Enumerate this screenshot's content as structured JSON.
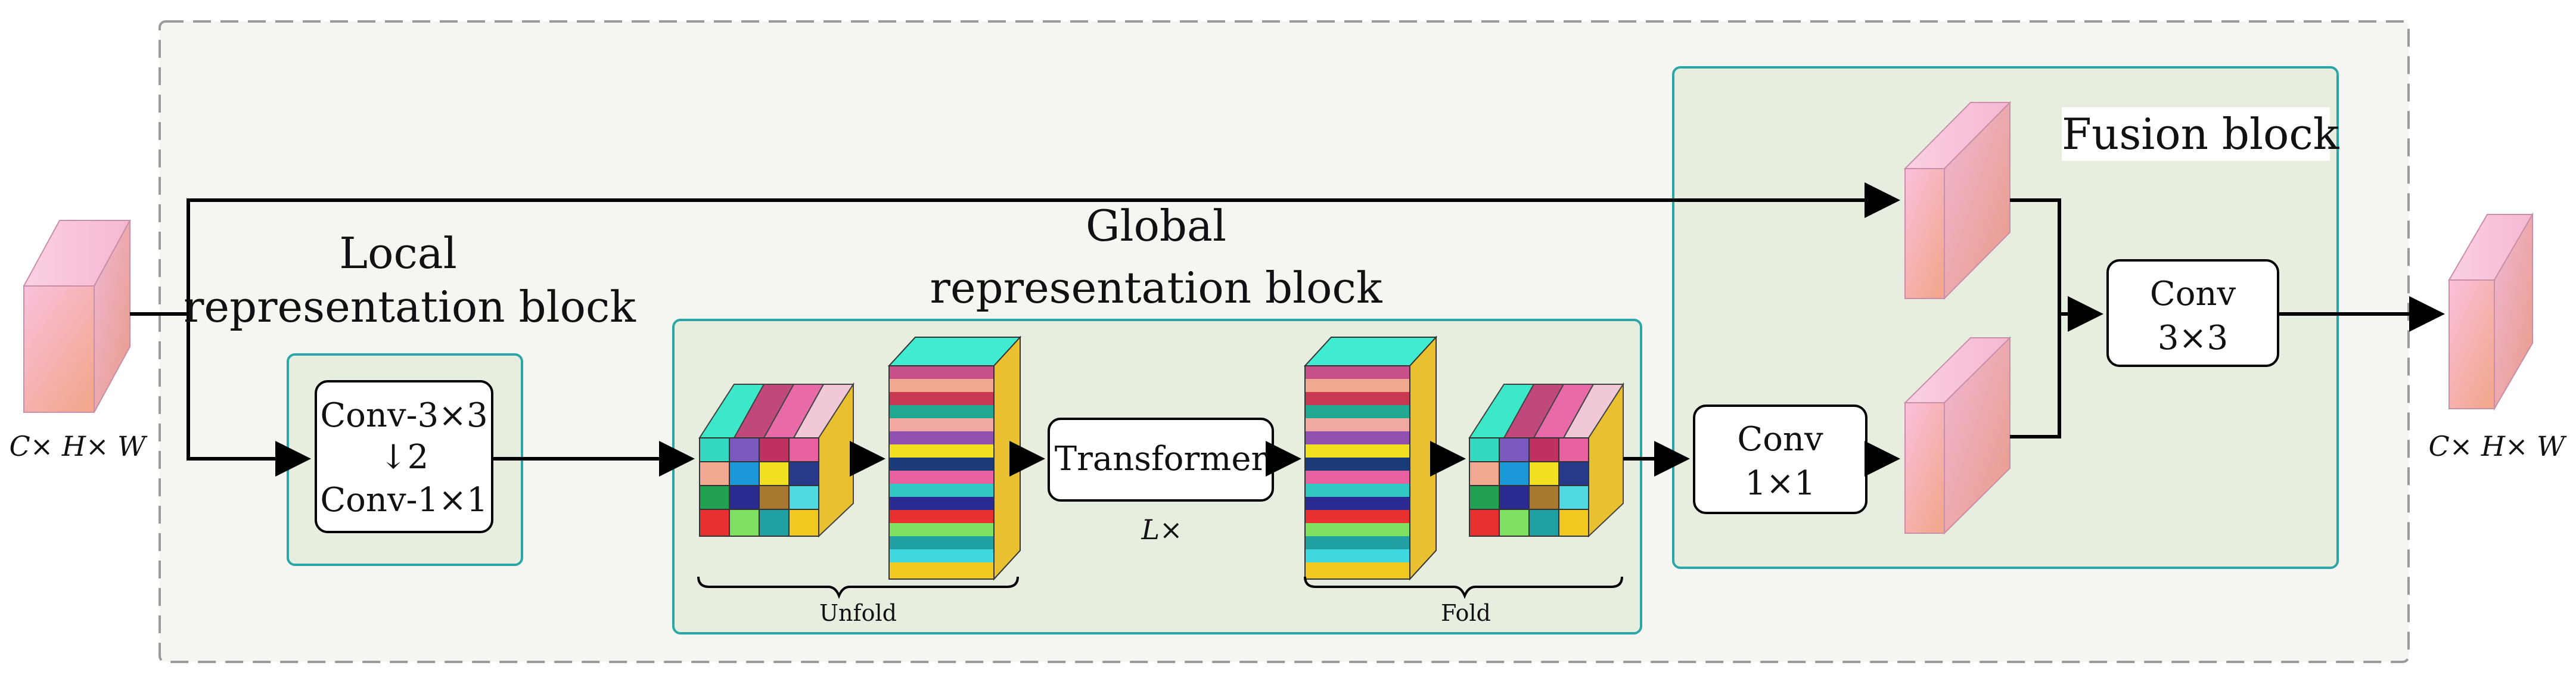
{
  "input_label": "C× H× W",
  "output_label": "C× H× W",
  "local_block": {
    "title_line1": "Local",
    "title_line2": "representation block",
    "op_line1": "Conv-3×3",
    "op_line2": "↓2",
    "op_line3": "Conv-1×1"
  },
  "global_block": {
    "title_line1": "Global",
    "title_line2": "representation block",
    "transformer_label": "Transformer",
    "repeat_label": "L×",
    "unfold_label": "Unfold",
    "fold_label": "Fold"
  },
  "fusion_block": {
    "title": "Fusion block",
    "conv1_line1": "Conv",
    "conv1_line2": "1×1",
    "conv3_line1": "Conv",
    "conv3_line2": "3×3"
  },
  "colors": {
    "block_border": "#2aa6a6",
    "block_fill": "#e9efe1",
    "outer_border": "#9a9a9a",
    "feature_map_front": "#f2b6c4",
    "arrow": "#000000"
  }
}
